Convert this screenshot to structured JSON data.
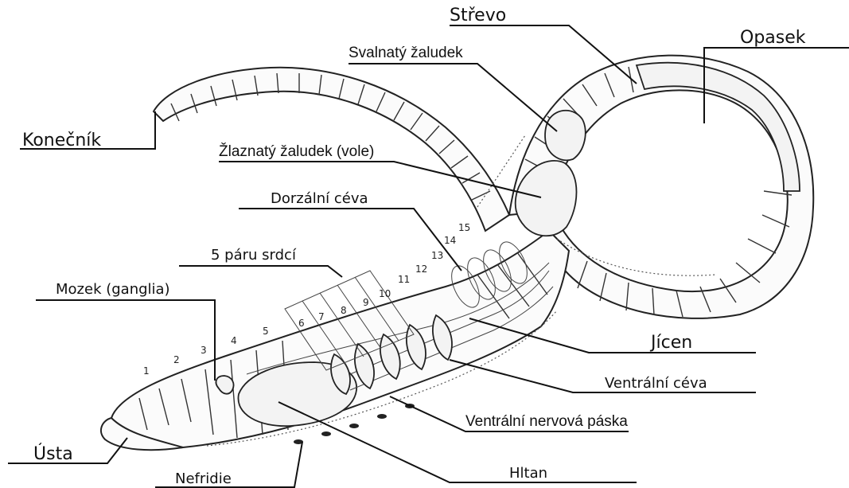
{
  "labels": {
    "strevo": "Střevo",
    "opasek": "Opasek",
    "svalnaty": "Svalnatý žaludek",
    "konecnik": "Konečník",
    "zlaznaty": "Žlaznatý žaludek (vole)",
    "dorzalni": "Dorzální céva",
    "srdce": "5 páru srdcí",
    "mozek": "Mozek (ganglia)",
    "jicen": "Jícen",
    "ventralni_ceva": "Ventrální céva",
    "ventralni_paska": "Ventrální nervová páska",
    "usta": "Ústa",
    "nefridie": "Nefridie",
    "hltan": "Hltan"
  },
  "segment_numbers": [
    "1",
    "2",
    "3",
    "4",
    "5",
    "6",
    "7",
    "8",
    "9",
    "10",
    "11",
    "12",
    "13",
    "14",
    "15"
  ]
}
